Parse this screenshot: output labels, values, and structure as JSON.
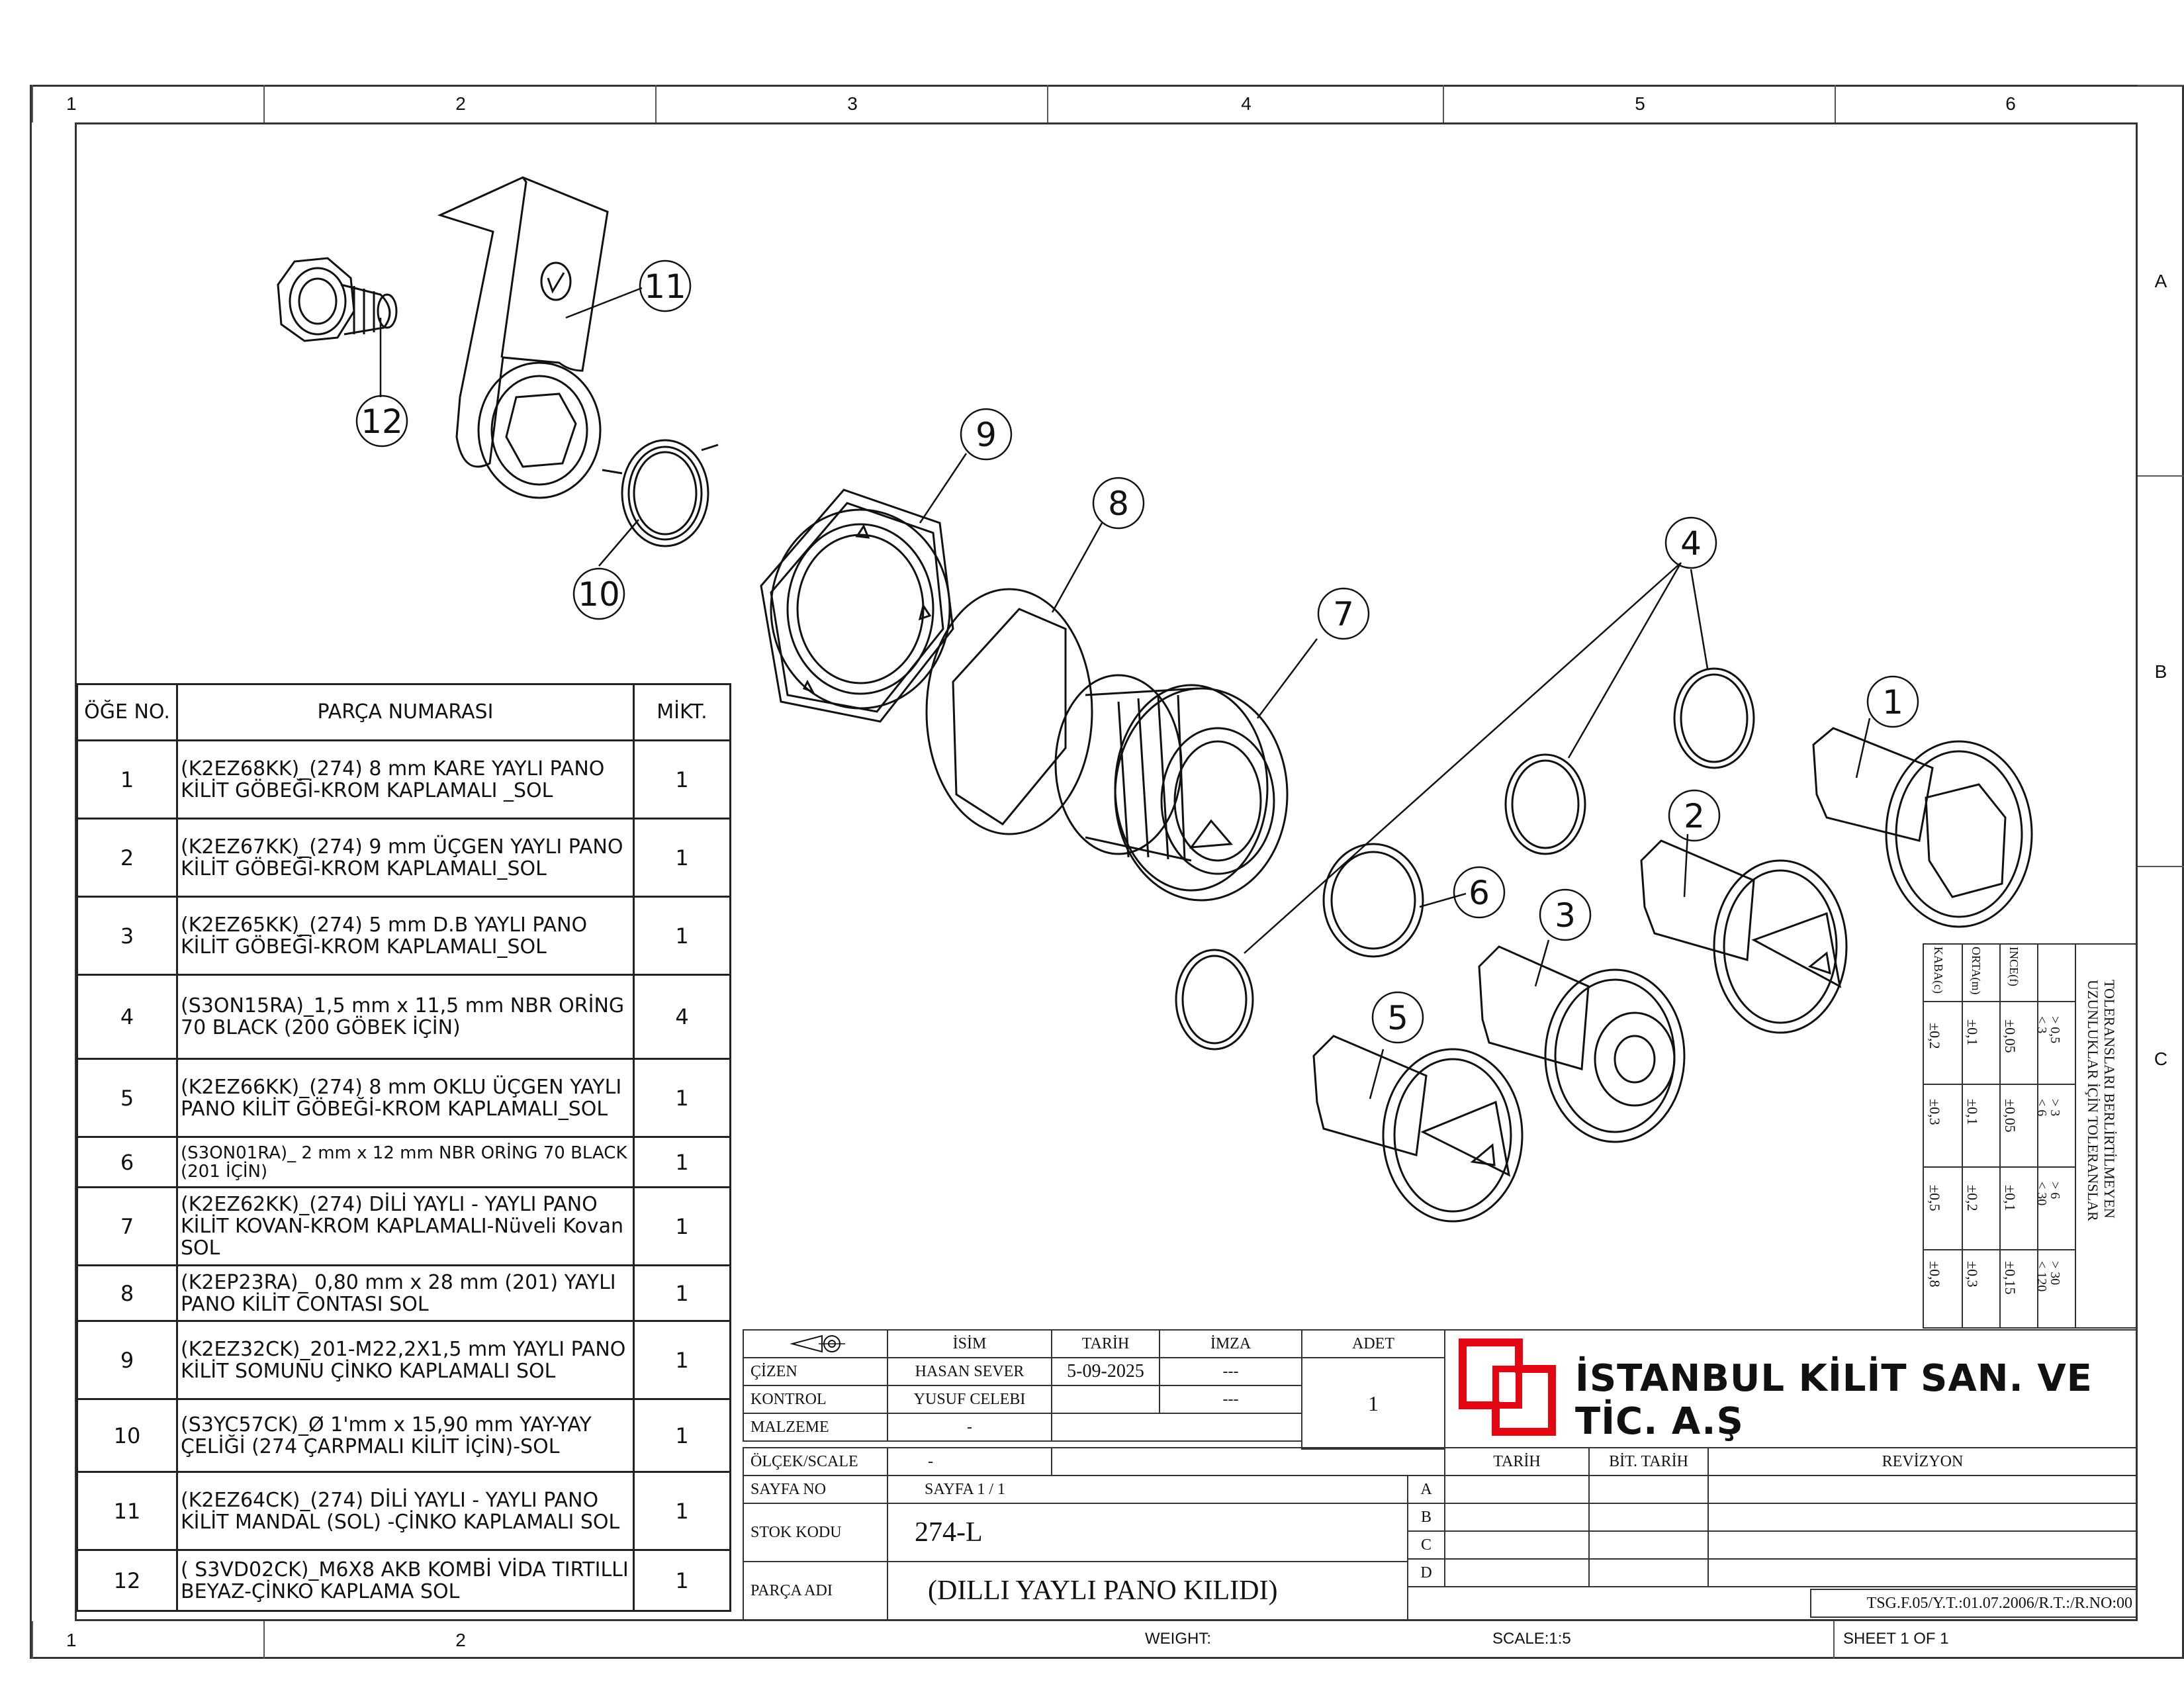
{
  "zones": {
    "top": [
      "1",
      "2",
      "3",
      "4",
      "5",
      "6"
    ],
    "bottom": [
      "1",
      "2"
    ],
    "side": [
      "A",
      "B",
      "C"
    ]
  },
  "balloons": [
    "1",
    "2",
    "3",
    "4",
    "5",
    "6",
    "7",
    "8",
    "9",
    "10",
    "11",
    "12"
  ],
  "bom": {
    "headers": {
      "no": "ÖĞE NO.",
      "part": "PARÇA NUMARASI",
      "qty": "MİKT."
    },
    "rows": [
      {
        "no": "1",
        "part": "(K2EZ68KK)_(274) 8 mm KARE YAYLI PANO KİLİT GÖBEĞİ-KROM KAPLAMALI _SOL",
        "qty": "1"
      },
      {
        "no": "2",
        "part": " (K2EZ67KK)_(274) 9 mm ÜÇGEN YAYLI PANO KİLİT GÖBEĞİ-KROM KAPLAMALI_SOL",
        "qty": "1"
      },
      {
        "no": "3",
        "part": " (K2EZ65KK)_(274) 5 mm D.B YAYLI PANO KİLİT GÖBEĞİ-KROM KAPLAMALI_SOL",
        "qty": "1"
      },
      {
        "no": "4",
        "part": "(S3ON15RA)_1,5 mm x 11,5 mm NBR ORİNG 70 BLACK (200 GÖBEK İÇİN)",
        "qty": "4"
      },
      {
        "no": "5",
        "part": " (K2EZ66KK)_(274) 8 mm OKLU ÜÇGEN YAYLI PANO KİLİT GÖBEĞİ-KROM KAPLAMALI_SOL",
        "qty": "1"
      },
      {
        "no": "6",
        "part": "(S3ON01RA)_ 2 mm x 12 mm NBR ORİNG 70 BLACK (201 İÇİN)",
        "qty": "1"
      },
      {
        "no": "7",
        "part": "(K2EZ62KK)_(274) DİLİ YAYLI - YAYLI PANO KİLİT KOVAN-KROM KAPLAMALI-Nüveli Kovan SOL",
        "qty": "1"
      },
      {
        "no": "8",
        "part": "(K2EP23RA)_ 0,80 mm x 28 mm (201) YAYLI PANO KİLİT CONTASI SOL",
        "qty": "1"
      },
      {
        "no": "9",
        "part": " (K2EZ32CK)_201-M22,2X1,5 mm YAYLI PANO KİLİT SOMUNU ÇİNKO KAPLAMALI SOL",
        "qty": "1"
      },
      {
        "no": "10",
        "part": "(S3YC57CK)_Ø 1'mm x 15,90 mm YAY-YAY ÇELİĞİ (274 ÇARPMALI KİLİT İÇİN)-SOL",
        "qty": "1"
      },
      {
        "no": "11",
        "part": "(K2EZ64CK)_(274) DİLİ YAYLI - YAYLI PANO KİLİT MANDAL (SOL) -ÇİNKO KAPLAMALI SOL",
        "qty": "1"
      },
      {
        "no": "12",
        "part": "( S3VD02CK)_M6X8 AKB KOMBİ VİDA TIRTILLI BEYAZ-ÇİNKO KAPLAMA SOL",
        "qty": "1"
      }
    ]
  },
  "title_block": {
    "col_isim": "İSİM",
    "col_tarih": "TARİH",
    "col_imza": "İMZA",
    "col_adet": "ADET",
    "cizen_label": "ÇİZEN",
    "cizen_name": "HASAN SEVER",
    "cizen_date": "5-09-2025",
    "cizen_sign": "---",
    "kontrol_label": "KONTROL",
    "kontrol_name": "YUSUF CELEBI",
    "kontrol_sign": "---",
    "adet_value": "1",
    "malzeme_label": "MALZEME",
    "malzeme_value": "-",
    "olcek_label": "ÖLÇEK/SCALE",
    "olcek_value": "-",
    "sayfa_label": "SAYFA NO",
    "sayfa_value": "SAYFA 1 / 1",
    "stok_label": "STOK KODU",
    "stok_value": "274-L",
    "parca_label": "PARÇA ADI",
    "parca_value": "(DILLI YAYLI PANO KILIDI)",
    "company": "İSTANBUL KİLİT SAN. VE TİC. A.Ş",
    "rev_tarih": "TARİH",
    "rev_bit_tarih": "BİT. TARİH",
    "rev_revizyon": "REVİZYON",
    "rev_rows": [
      "A",
      "B",
      "C",
      "D"
    ],
    "doc_code": "TSG.F.05/Y.T.:01.07.2006/R.T.:/R.NO:00",
    "weight": "WEIGHT:",
    "scale": "SCALE:1:5",
    "sheet": "SHEET 1 OF 1"
  },
  "tolerance": {
    "title1": "TOLERANSLARI BERLİRTİLMEYEN",
    "title2": "UZUNLUKLAR İÇİN TOLERANSLAR",
    "ranges": [
      "> 0,5\n< 3",
      "> 3\n< 6",
      "> 6\n< 30",
      "> 30\n< 120"
    ],
    "rows": [
      {
        "label": "INCE(f)",
        "values": [
          "±0,05",
          "±0,05",
          "±0,1",
          "±0,15"
        ]
      },
      {
        "label": "ORTA(m)",
        "values": [
          "±0,1",
          "±0,1",
          "±0,2",
          "±0,3"
        ]
      },
      {
        "label": "KABA(c)",
        "values": [
          "±0,2",
          "±0,3",
          "±0,5",
          "±0,8"
        ]
      }
    ]
  },
  "colors": {
    "logo_red": "#e30613",
    "line": "#111111"
  }
}
